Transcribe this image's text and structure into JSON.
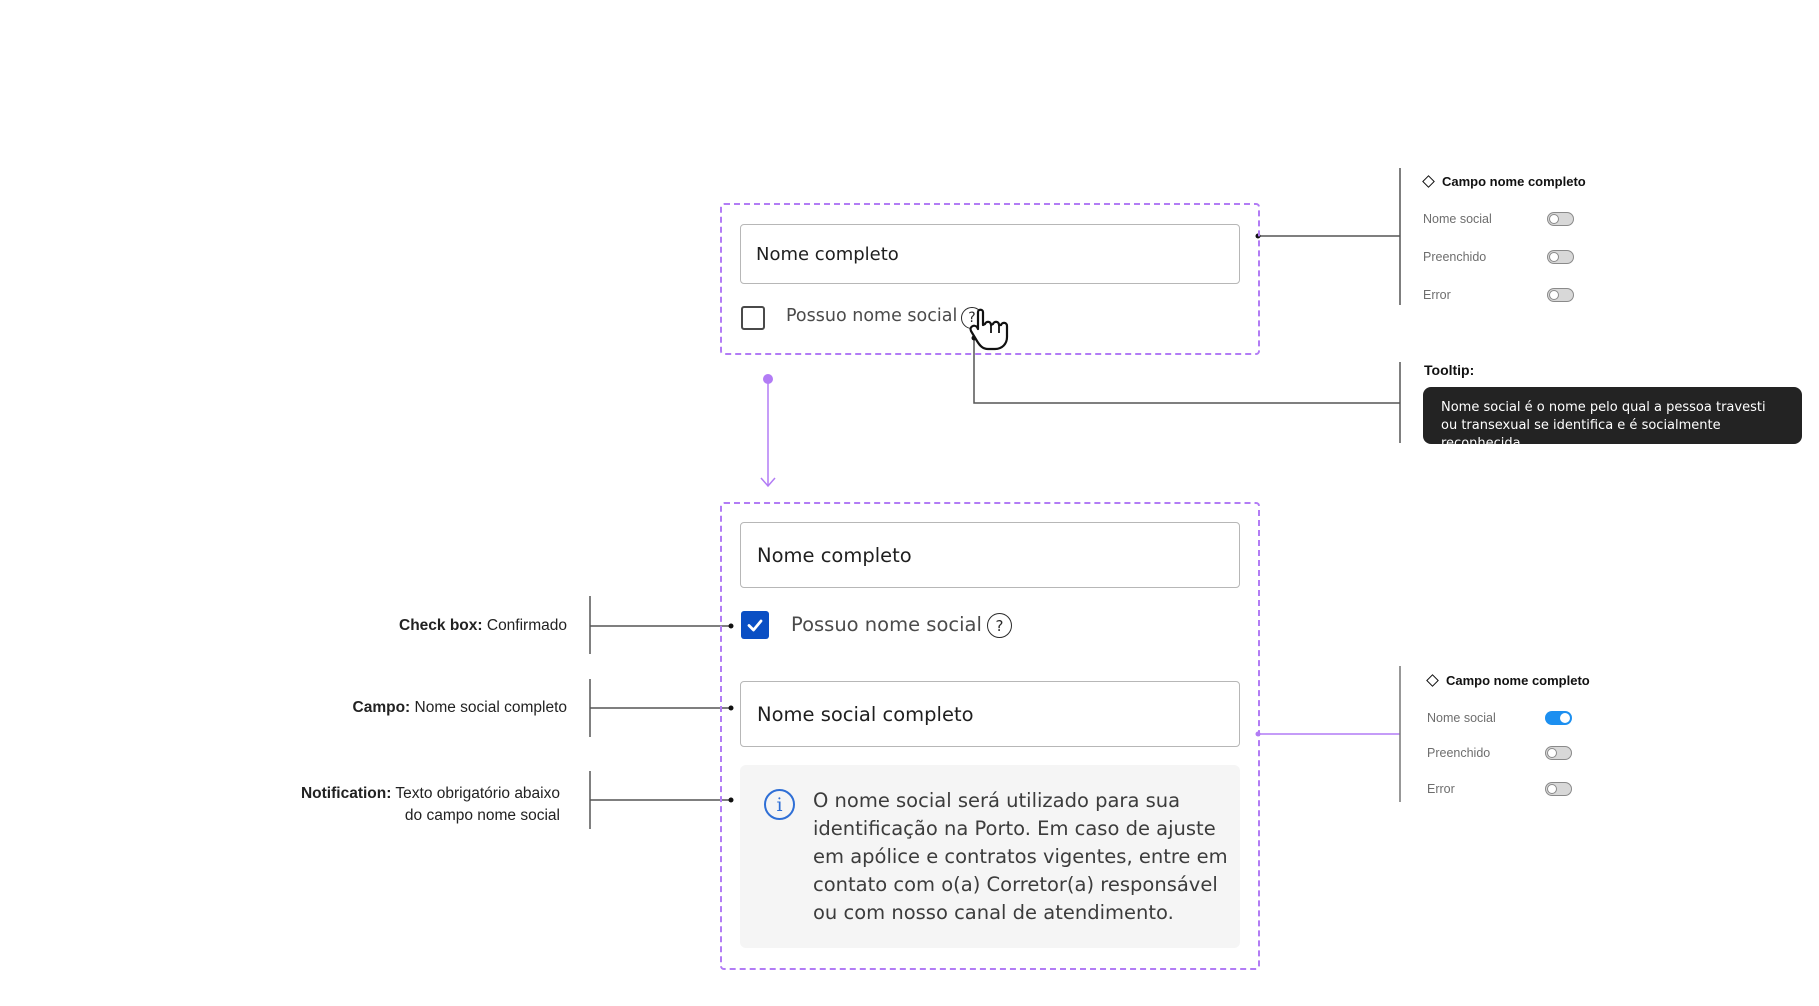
{
  "top_frame": {
    "field_label": "Nome completo",
    "checkbox_label": "Possuo nome social",
    "help_icon": "?"
  },
  "bottom_frame": {
    "field_label": "Nome completo",
    "checkbox_label": "Possuo nome social",
    "help_icon": "?",
    "social_field_label": "Nome social completo",
    "notification_icon": "i",
    "notification_text": "O nome social será utilizado para sua identificação na Porto. Em caso de ajuste em apólice e contratos vigentes, entre em contato com o(a) Corretor(a) responsável ou com nosso canal de atendimento."
  },
  "top_panel": {
    "title": "Campo nome completo",
    "props": [
      {
        "label": "Nome social",
        "on": false
      },
      {
        "label": "Preenchido",
        "on": false
      },
      {
        "label": "Error",
        "on": false
      }
    ]
  },
  "bottom_panel": {
    "title": "Campo nome completo",
    "props": [
      {
        "label": "Nome social",
        "on": true
      },
      {
        "label": "Preenchido",
        "on": false
      },
      {
        "label": "Error",
        "on": false
      }
    ]
  },
  "tooltip": {
    "title": "Tooltip:",
    "text": "Nome social é o nome pelo qual a pessoa travesti ou transexual se identifica e é socialmente reconhecida."
  },
  "annotations": {
    "checkbox": {
      "bold": "Check box:",
      "text": " Confirmado"
    },
    "campo": {
      "bold": "Campo:",
      "text": " Nome social completo"
    },
    "notification": {
      "bold": "Notification:",
      "text": " Texto obrigatório abaixo",
      "line2": "do campo nome social"
    }
  },
  "colors": {
    "frame_dashed": "#b27cf5",
    "checkbox_checked": "#0a4fc4",
    "toggle_on": "#1c8ff0",
    "info_icon": "#2f6fd6",
    "tooltip_bg": "#232323"
  },
  "icons": [
    "help-circle-icon",
    "pointer-hand-icon",
    "check-icon",
    "info-icon",
    "diamond-icon"
  ]
}
